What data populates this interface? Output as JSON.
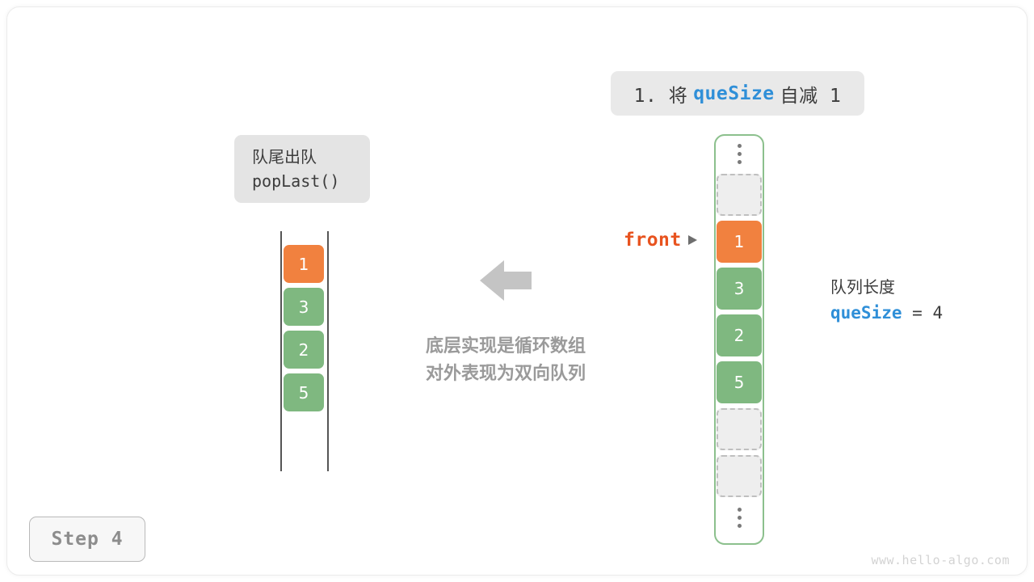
{
  "page": {
    "background_color": "#ffffff",
    "watermark": "www.hello-algo.com",
    "step_badge": "Step 4"
  },
  "title": {
    "prefix": "1. 将",
    "keyword": "queSize",
    "suffix": "自减 1",
    "keyword_color": "#2f8fd8",
    "background_color": "#e9e9e9"
  },
  "operation_box": {
    "line1": "队尾出队",
    "line2": "popLast()",
    "background_color": "#e4e4e4"
  },
  "caption": {
    "line1": "底层实现是循环数组",
    "line2": "对外表现为双向队列",
    "color": "#9a9a9a"
  },
  "arrow": {
    "direction": "left",
    "color": "#c4c4c4"
  },
  "front_pointer": {
    "label": "front",
    "color": "#e8531f"
  },
  "quesize_note": {
    "line1": "队列长度",
    "keyword": "queSize",
    "equals": "=",
    "value": "4",
    "keyword_color": "#2f8fd8"
  },
  "left_deque": {
    "name": "双向队列",
    "cells": [
      {
        "value": "1",
        "state": "head",
        "color": "#f1813f"
      },
      {
        "value": "3",
        "state": "filled",
        "color": "#7fb880"
      },
      {
        "value": "2",
        "state": "filled",
        "color": "#7fb880"
      },
      {
        "value": "5",
        "state": "filled",
        "color": "#7fb880"
      }
    ]
  },
  "right_array": {
    "name": "循环数组",
    "border_color": "#8cc08d",
    "top_ellipsis": "⋮",
    "bottom_ellipsis": "⋮",
    "cells": [
      {
        "value": "",
        "state": "empty"
      },
      {
        "value": "1",
        "state": "front",
        "color": "#f1813f"
      },
      {
        "value": "3",
        "state": "filled",
        "color": "#7fb880"
      },
      {
        "value": "2",
        "state": "filled",
        "color": "#7fb880"
      },
      {
        "value": "5",
        "state": "filled",
        "color": "#7fb880"
      },
      {
        "value": "",
        "state": "empty"
      },
      {
        "value": "",
        "state": "empty"
      }
    ]
  }
}
